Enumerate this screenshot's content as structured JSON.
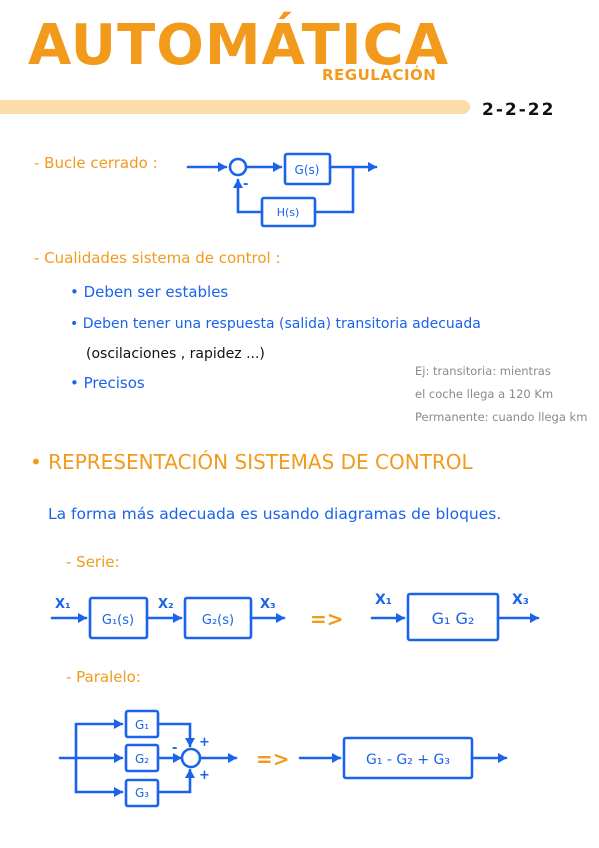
{
  "header": {
    "title": "AUTOMÁTICA",
    "subtitle": "REGULACIÓN",
    "date": "2-2-22"
  },
  "feedback": {
    "label": "- Bucle cerrado :",
    "block_forward": "G(s)",
    "block_feedback": "H(s)",
    "minus_sign": "-"
  },
  "qualities": {
    "heading": "- Cualidades sistema de control :",
    "items": [
      "• Deben ser estables",
      "• Deben tener una respuesta (salida) transitoria adecuada",
      "• Precisos"
    ],
    "items_note": "(oscilaciones , rapidez ...)",
    "example_lines": [
      "Ej: transitoria: mientras",
      "el coche llega a 120 Km",
      "Permanente: cuando llega km"
    ]
  },
  "representation": {
    "heading": "• REPRESENTACIÓN SISTEMAS DE CONTROL",
    "intro": "La forma más adecuada es usando diagramas de bloques."
  },
  "series": {
    "label": "- Serie:",
    "x1": "X₁",
    "x2": "X₂",
    "x3": "X₃",
    "block1": "G₁(s)",
    "block2": "G₂(s)",
    "arrow": "=>",
    "rx1": "X₁",
    "rx3": "X₃",
    "result": "G₁ G₂"
  },
  "parallel": {
    "label": "- Paralelo:",
    "g1": "G₁",
    "g2": "G₂",
    "g3": "G₃",
    "sign_top": "+",
    "sign_mid": "-",
    "sign_bot": "+",
    "arrow": "=>",
    "result": "G₁ - G₂ + G₃"
  },
  "colors": {
    "orange": "#f29a1c",
    "blue": "#1a63ea",
    "highlight": "#fcdca8",
    "dark": "#111111",
    "gray": "#8a8a8a"
  }
}
